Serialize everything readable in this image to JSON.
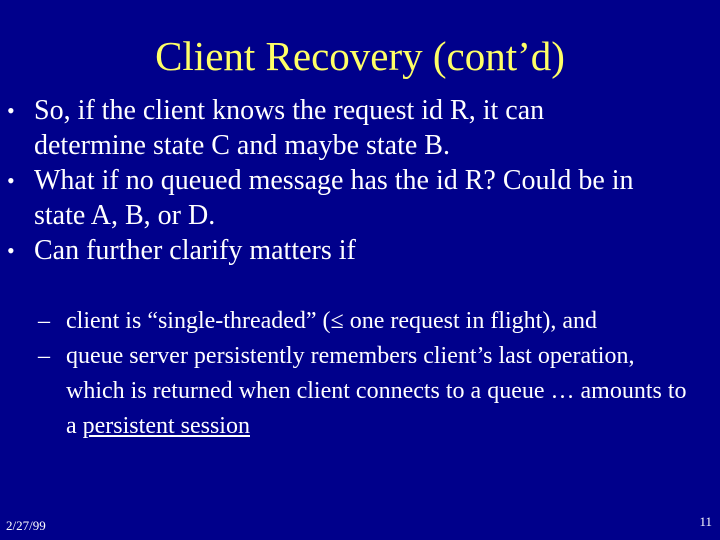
{
  "slide": {
    "title": "Client Recovery (cont’d)",
    "bullets": [
      {
        "marker": "•",
        "text": "So, if the client knows the request id R, it can determine state C and maybe state B."
      },
      {
        "marker": "•",
        "text": "What if no queued message has the id R? Could be in state A, B, or D."
      },
      {
        "marker": "•",
        "text": "Can further clarify matters if"
      }
    ],
    "sub_bullets": [
      {
        "marker": "–",
        "text": "client is “single-threaded” (≤ one request in flight), and"
      },
      {
        "marker": "–",
        "text_before": "queue server persistently remembers client’s last operation, which is returned when client connects to a queue …  amounts to a ",
        "text_underlined": "persistent session"
      }
    ],
    "footer": {
      "date": "2/27/99",
      "page_number": "11"
    }
  },
  "colors": {
    "background": "#00008b",
    "title": "#ffff66",
    "body_text": "#ffffff"
  }
}
